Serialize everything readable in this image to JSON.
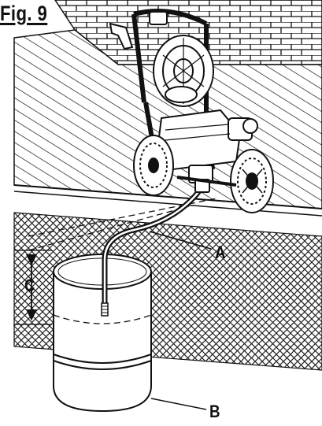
{
  "figure": {
    "title": "Fig. 9",
    "callouts": {
      "a": "A",
      "b": "B",
      "c": "C"
    }
  },
  "colors": {
    "line": "#111111",
    "hatch": "#222222",
    "background": "#ffffff"
  }
}
